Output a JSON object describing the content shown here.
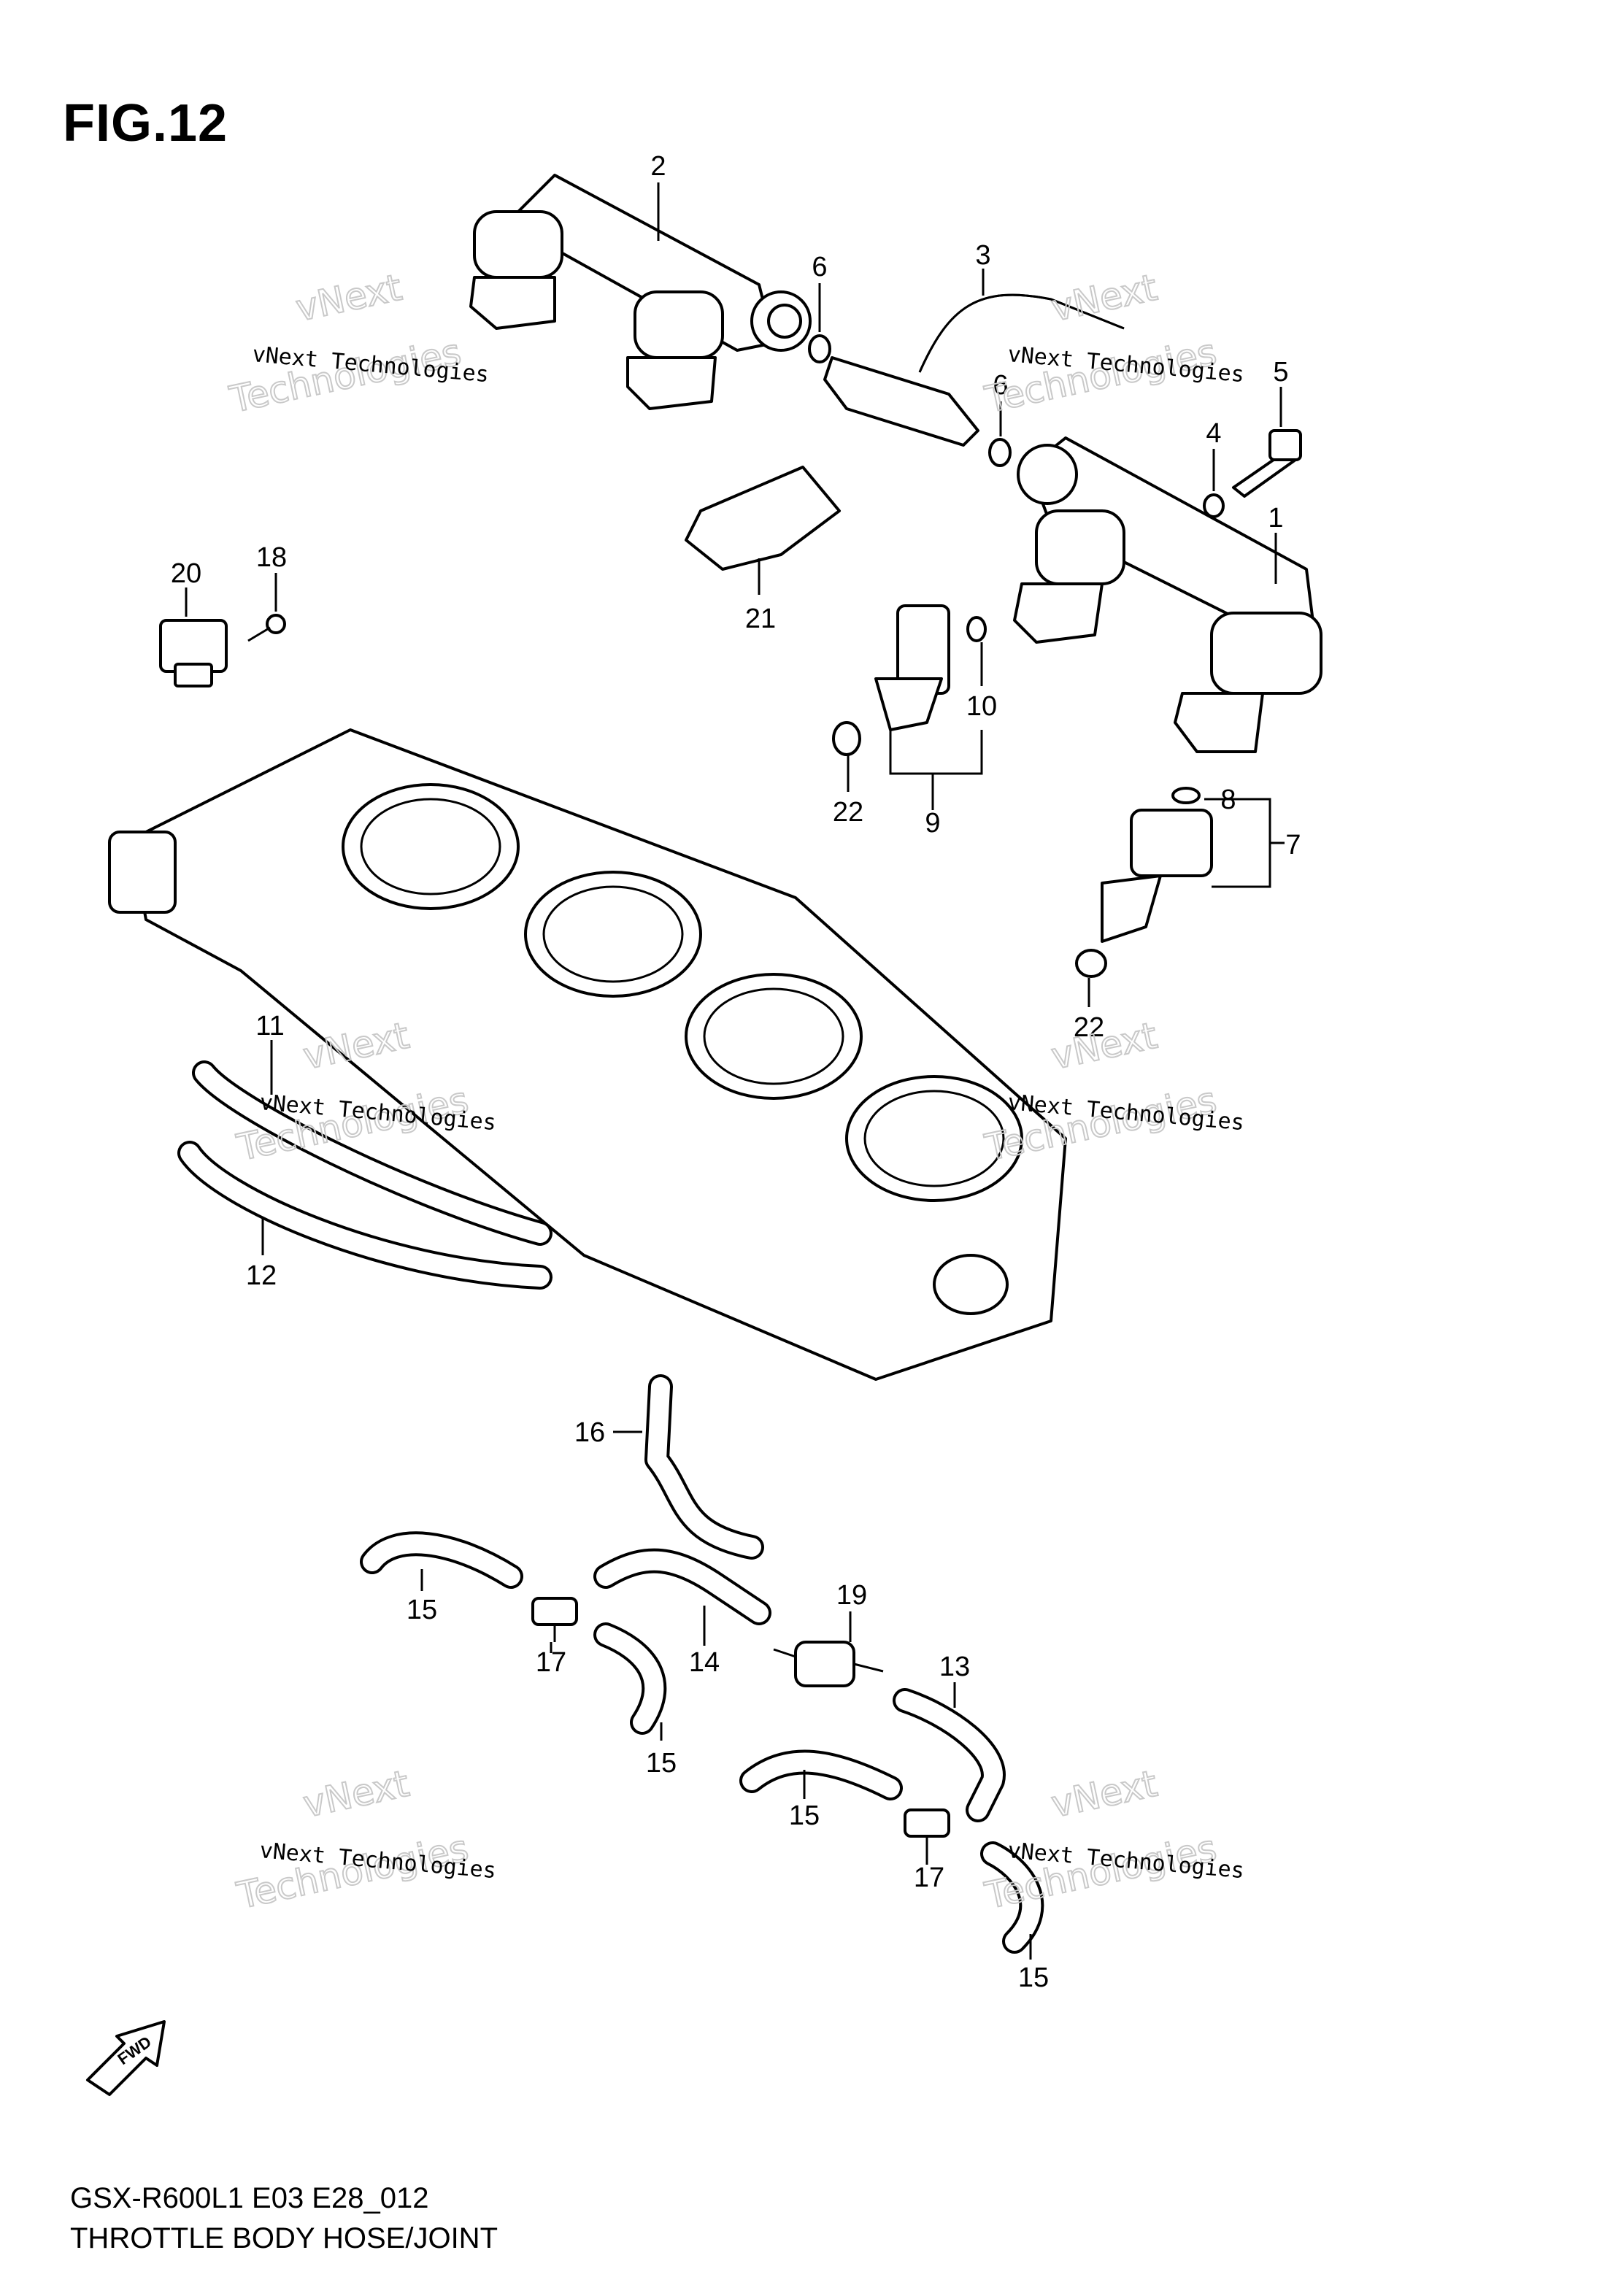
{
  "figure": {
    "title": "FIG.12",
    "footer_code": "GSX-R600L1 E03 E28_012",
    "footer_name": "THROTTLE BODY HOSE/JOINT"
  },
  "watermark": {
    "line1": "vNext Technologies",
    "line2": "vNext",
    "line3": "Technologies"
  },
  "fwd_label": "FWD",
  "callouts": [
    {
      "label": "2"
    },
    {
      "label": "6"
    },
    {
      "label": "3"
    },
    {
      "label": "6"
    },
    {
      "label": "5"
    },
    {
      "label": "4"
    },
    {
      "label": "1"
    },
    {
      "label": "18"
    },
    {
      "label": "20"
    },
    {
      "label": "21"
    },
    {
      "label": "10"
    },
    {
      "label": "22"
    },
    {
      "label": "9"
    },
    {
      "label": "8"
    },
    {
      "label": "7"
    },
    {
      "label": "22"
    },
    {
      "label": "11"
    },
    {
      "label": "12"
    },
    {
      "label": "16"
    },
    {
      "label": "19"
    },
    {
      "label": "15"
    },
    {
      "label": "17"
    },
    {
      "label": "14"
    },
    {
      "label": "13"
    },
    {
      "label": "15"
    },
    {
      "label": "15"
    },
    {
      "label": "17"
    },
    {
      "label": "15"
    }
  ]
}
